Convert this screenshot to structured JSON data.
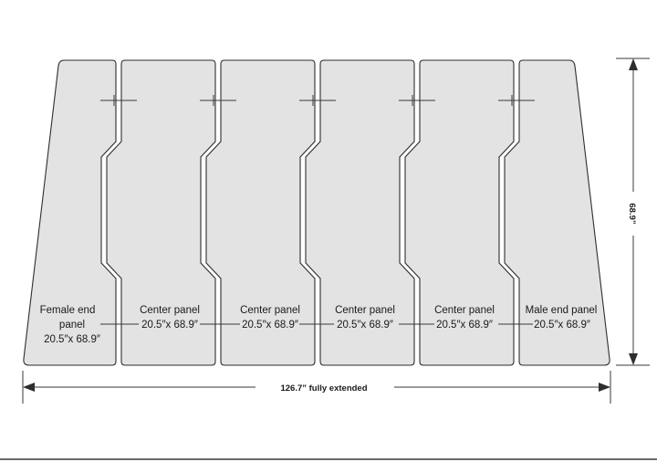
{
  "panels": [
    {
      "name_lines": [
        "Female end",
        "panel"
      ],
      "size": "20.5″x 68.9″"
    },
    {
      "name_lines": [
        "Center panel"
      ],
      "size": "20.5″x 68.9″"
    },
    {
      "name_lines": [
        "Center panel"
      ],
      "size": "20.5″x 68.9″"
    },
    {
      "name_lines": [
        "Center panel"
      ],
      "size": "20.5″x 68.9″"
    },
    {
      "name_lines": [
        "Center panel"
      ],
      "size": "20.5″x 68.9″"
    },
    {
      "name_lines": [
        "Male end panel"
      ],
      "size": "20.5″x 68.9″"
    }
  ],
  "dimensions": {
    "width": "126.7” fully extended",
    "height": "68.9”"
  },
  "colors": {
    "panel_fill": "#e3e3e3",
    "outline": "#2e2e2e"
  }
}
